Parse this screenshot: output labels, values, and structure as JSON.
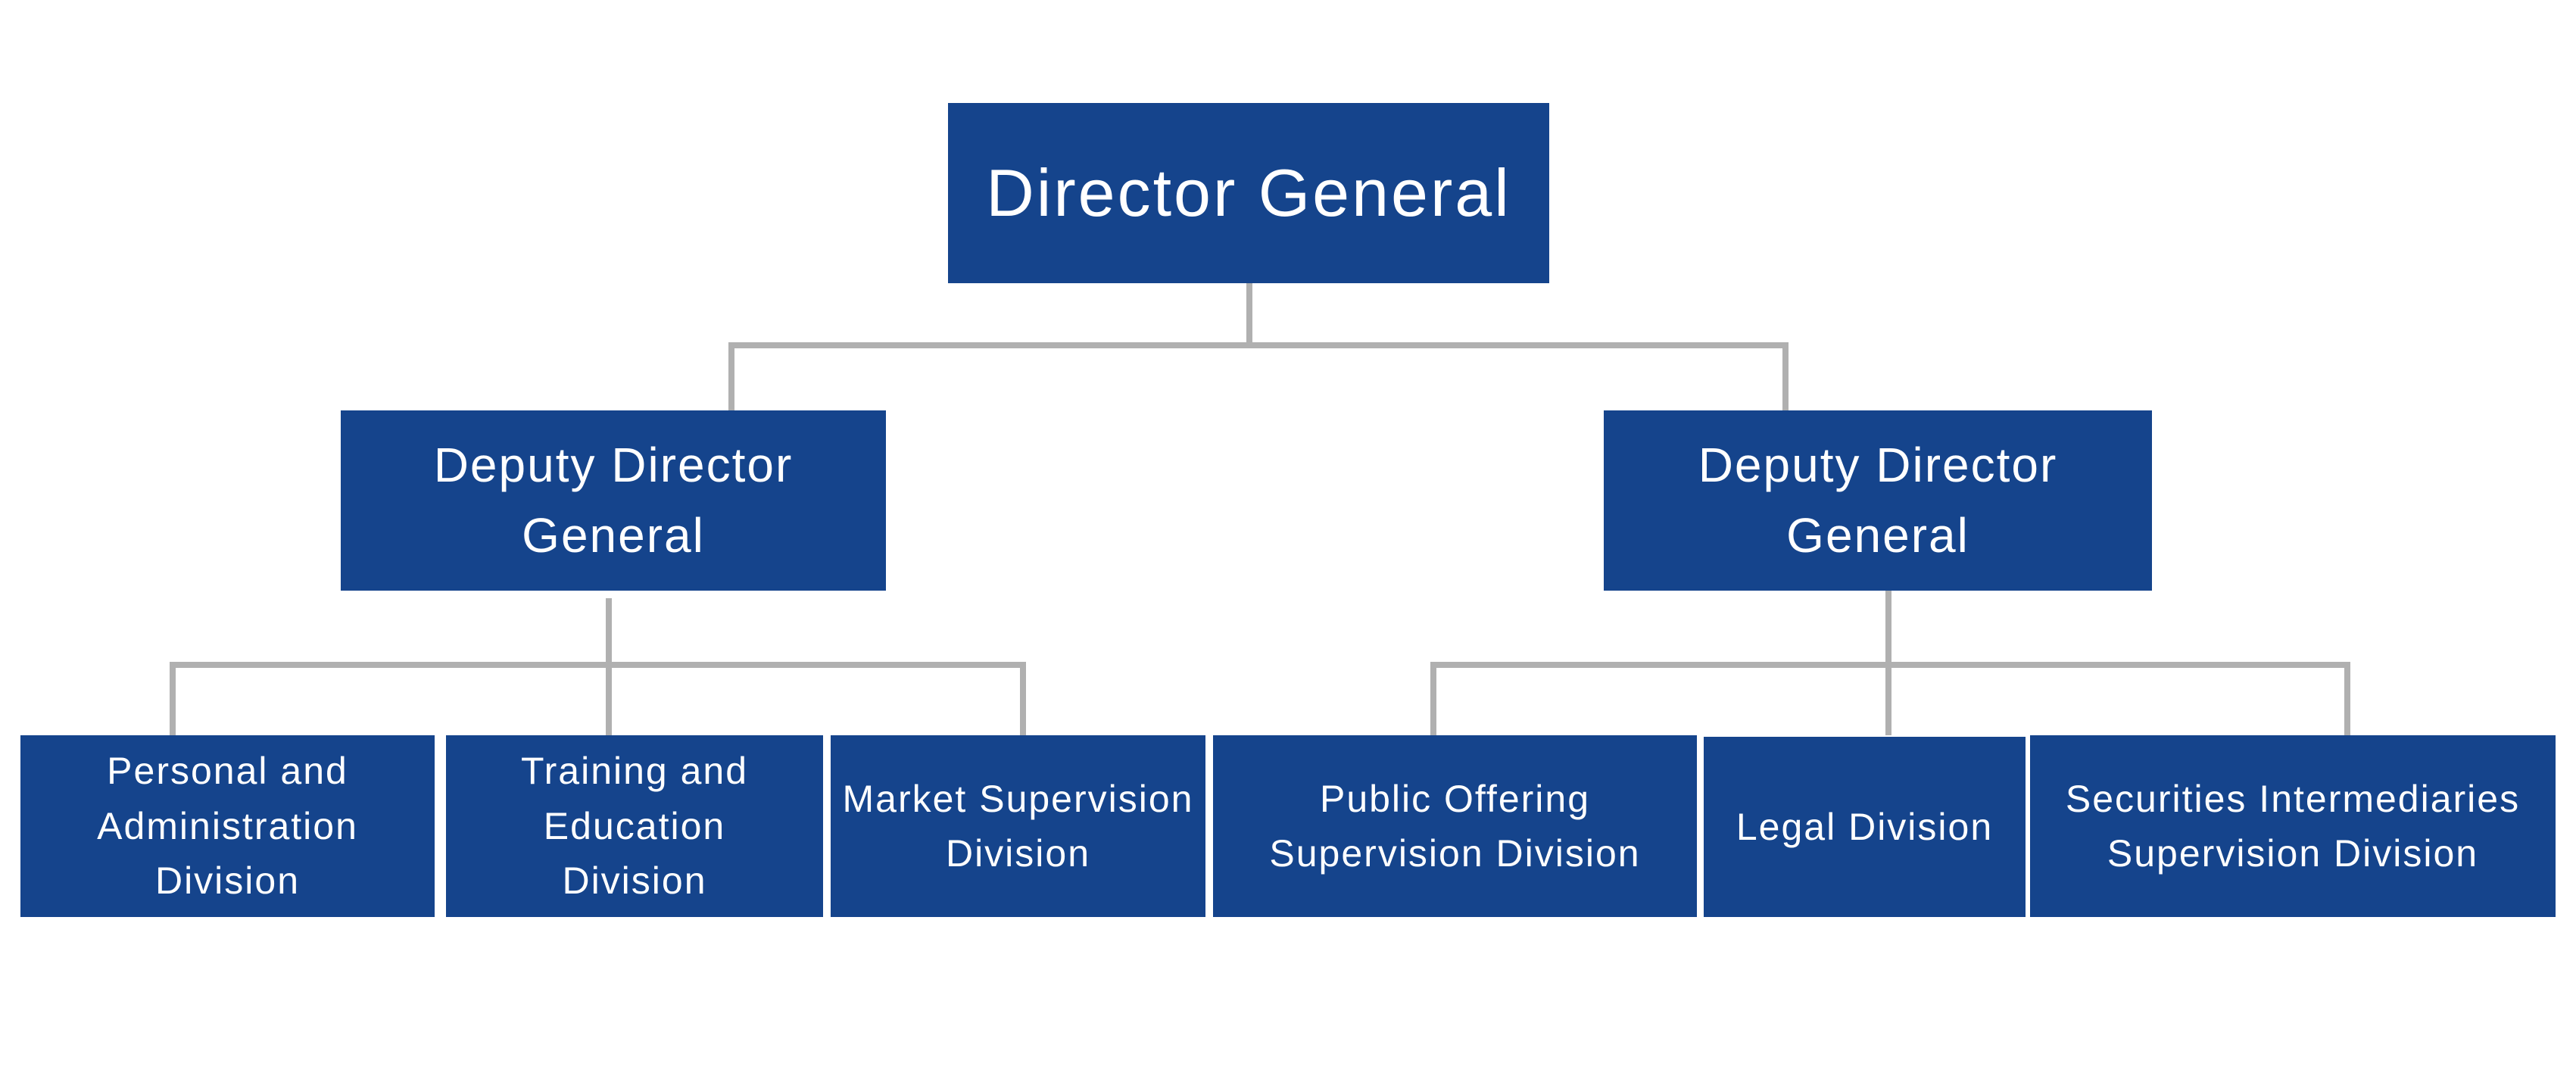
{
  "colors": {
    "box_fill": "#15448c",
    "box_text": "#ffffff",
    "connector": "#b0b0b0",
    "background": "#ffffff"
  },
  "director": {
    "label": "Director General"
  },
  "deputies": [
    {
      "label": "Deputy Director General"
    },
    {
      "label": "Deputy Director General"
    }
  ],
  "divisions": [
    {
      "label": "Personal and\nAdministration Division"
    },
    {
      "label": "Training and Education\nDivision"
    },
    {
      "label": "Market Supervision\nDivision"
    },
    {
      "label": "Public Offering\nSupervision Division"
    },
    {
      "label": "Legal Division"
    },
    {
      "label": "Securities Intermediaries\nSupervision Division"
    }
  ]
}
